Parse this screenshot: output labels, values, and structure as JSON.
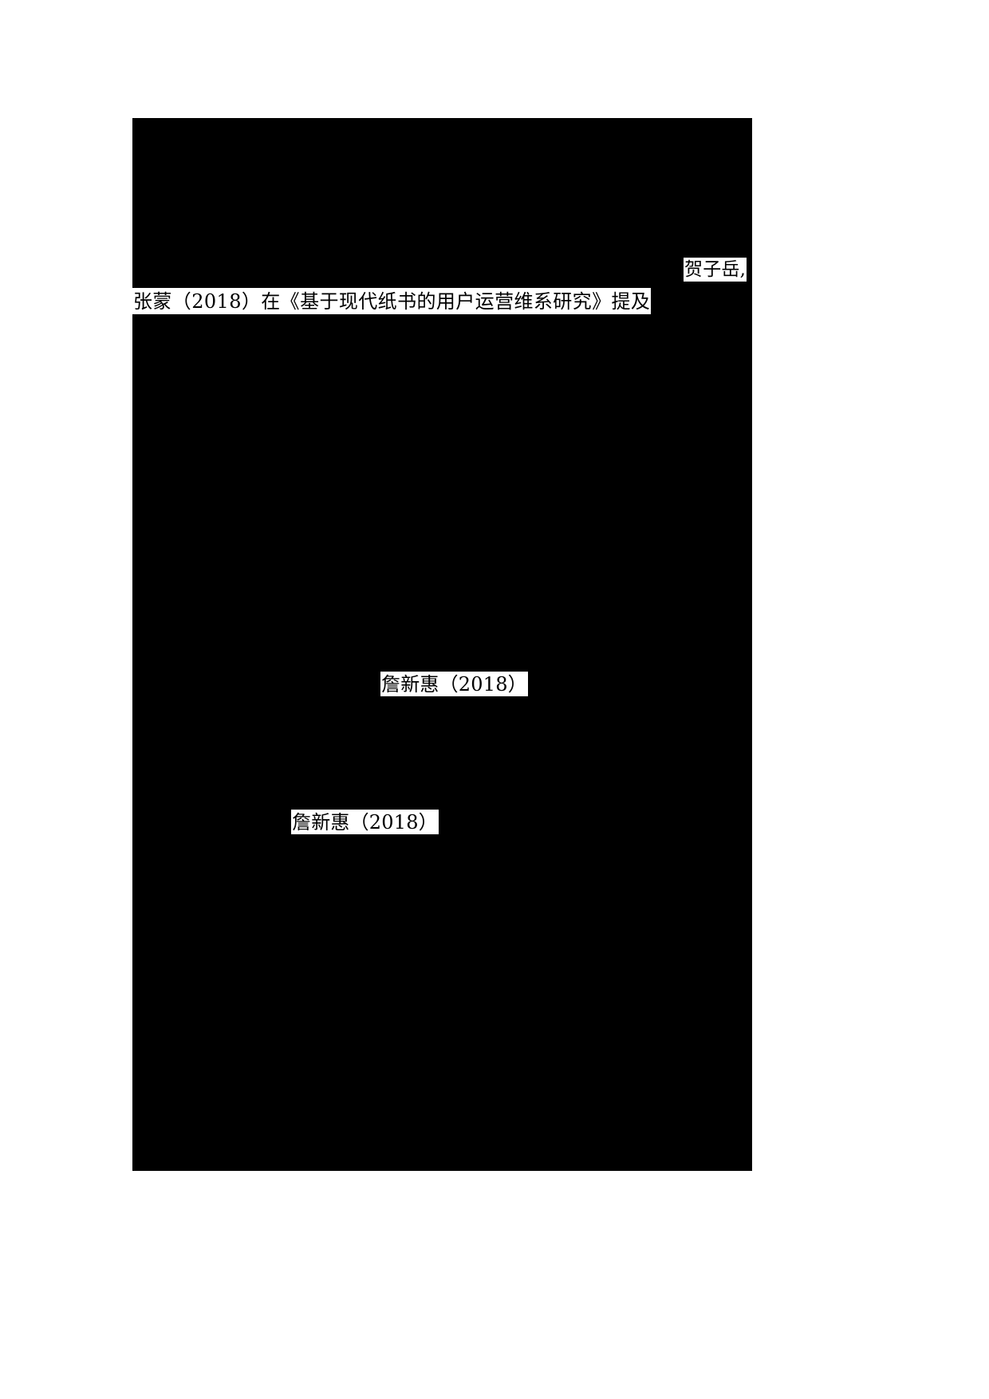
{
  "document": {
    "page_background": "#ffffff",
    "redaction_color": "#000000",
    "highlight_color": "#ffffff",
    "text_color": "#000000",
    "language": "zh-CN"
  },
  "redaction": {
    "label": "redacted-content-block"
  },
  "fragments": [
    {
      "id": "author-line",
      "text": "贺子岳,"
    },
    {
      "id": "citation-line",
      "text": "张蒙（2018）在《基于现代纸书的用户运营维系研究》提及"
    },
    {
      "id": "reference-a",
      "text": "詹新惠（2018）"
    },
    {
      "id": "reference-b",
      "text": "詹新惠（2018）"
    }
  ]
}
